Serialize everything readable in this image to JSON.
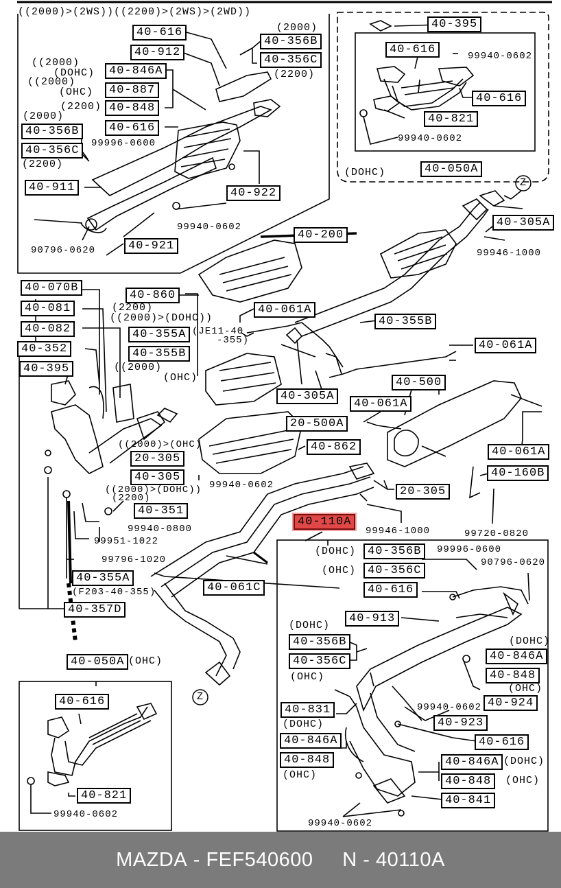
{
  "title_row": "((2000)>(2WS))((2200)>(2WS)>(2WD))",
  "footer": {
    "brand": "MAZDA",
    "sep1": " - ",
    "part_number": "FEF540600",
    "gap": "     ",
    "ref_prefix": "N - ",
    "ref_code": "40110A"
  },
  "highlighted_part": "40-110A",
  "parts": [
    "40-616",
    "40-912",
    "40-356B",
    "40-356C",
    "40-846A",
    "40-887",
    "40-848",
    "40-616",
    "40-356B",
    "40-356C",
    "40-911",
    "40-922",
    "40-921",
    "40-395",
    "40-616",
    "40-616",
    "40-821",
    "40-050A",
    "40-200",
    "40-305A",
    "40-860",
    "40-061A",
    "40-355B",
    "40-070B",
    "40-081",
    "40-082",
    "40-352",
    "40-395",
    "40-355A",
    "40-355B",
    "40-305A",
    "40-061A",
    "40-500",
    "20-500A",
    "40-061A",
    "40-862",
    "40-061A",
    "20-305",
    "40-305",
    "20-305",
    "40-160B",
    "40-351",
    "40-110A",
    "40-355A",
    "40-357D",
    "40-061C",
    "40-356B",
    "40-356C",
    "40-616",
    "40-913",
    "40-356B",
    "40-356C",
    "40-846A",
    "40-848",
    "40-924",
    "40-831",
    "40-923",
    "40-846A",
    "40-848",
    "40-616",
    "40-846A",
    "40-848",
    "40-841",
    "40-050A",
    "40-616",
    "40-821"
  ],
  "texts": [
    "(2000)",
    "(2200)",
    "((2000)",
    "(DOHC)",
    "((2000)",
    "(OHC)",
    "(2200)",
    "(2000)",
    "(2200)",
    "99996-0600",
    "99940-0602",
    "90796-0620",
    "99940-0602",
    "99940-0602",
    "(DOHC)",
    "99946-1000",
    "(2200)",
    "((2000)>(DOHC))",
    "(JE11-40",
    "-355)",
    "((2000)",
    "(OHC)",
    "((2000)>(OHC)",
    "99940-0602",
    "99940-0800",
    "99951-1022",
    "99796-1020",
    "(F203-40-355)",
    "((2000)>(DOHC))",
    "(2200)",
    "99946-1000",
    "99720-0820",
    "(DOHC)",
    "(OHC)",
    "99996-0600",
    "90796-0620",
    "(DOHC)",
    "(DOHC)",
    "(OHC)",
    "(OHC)",
    "99940-0602",
    "(DOHC)",
    "(DOHC)",
    "(OHC)",
    "(OHC)",
    "99940-0602",
    "(OHC)",
    "99940-0602",
    "Z",
    "Z"
  ]
}
